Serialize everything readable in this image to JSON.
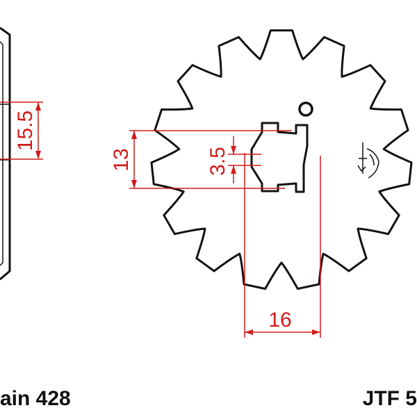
{
  "dimensions": {
    "hub_thickness": "15.5",
    "spline_major": "13",
    "spline_key": "3.5",
    "spline_width": "16"
  },
  "captions": {
    "chain_label": "ain 428",
    "part_number": "JTF 5"
  },
  "sprocket": {
    "teeth": 15
  },
  "colors": {
    "outline": "#111111",
    "dimension": "#d11a1a",
    "background": "#ffffff"
  }
}
